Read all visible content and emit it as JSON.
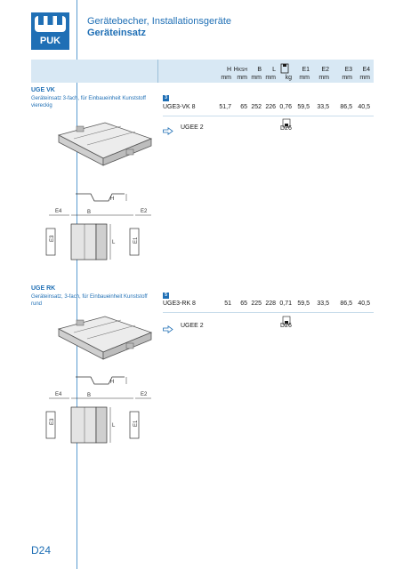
{
  "header": {
    "logo_text": "PUK",
    "title": "Gerätebecher, Installationsgeräte",
    "subtitle": "Geräteinsatz"
  },
  "columns": [
    {
      "name": "H",
      "unit": "mm"
    },
    {
      "name": "HKSH",
      "unit": "mm"
    },
    {
      "name": "B",
      "unit": "mm"
    },
    {
      "name": "L",
      "unit": "mm"
    },
    {
      "name": "weight-icon",
      "unit": "kg"
    },
    {
      "name": "E1",
      "unit": "mm"
    },
    {
      "name": "E2",
      "unit": "mm"
    },
    {
      "name": "E3",
      "unit": "mm"
    },
    {
      "name": "E4",
      "unit": "mm"
    }
  ],
  "sections": [
    {
      "title": "UGE VK",
      "description": "Geräteinsatz 3-fach, für Einbaueinheit Kunststoff viereckig",
      "badge": "3",
      "product": "UGE3-VK 8",
      "values": [
        "51,7",
        "65",
        "252",
        "226",
        "0,76",
        "59,5",
        "33,5",
        "86,5",
        "40,5"
      ],
      "accessory": "UGEE 2",
      "accessory_ref": "D26",
      "dim_labels": {
        "H": "H",
        "B": "B",
        "E2": "E2",
        "E4": "E4",
        "E3": "E3",
        "E1": "E1",
        "L": "L"
      }
    },
    {
      "title": "UGE RK",
      "description": "Geräteinsatz, 3-fach, für Einbaueinheit Kunststoff rund",
      "badge": "5",
      "product": "UGE3-RK 8",
      "values": [
        "51",
        "65",
        "225",
        "228",
        "0,71",
        "59,5",
        "33,5",
        "86,5",
        "40,5"
      ],
      "accessory": "UGEE 2",
      "accessory_ref": "D26",
      "dim_labels": {
        "H": "H",
        "B": "B",
        "E2": "E2",
        "E4": "E4",
        "E3": "E3",
        "E1": "E1",
        "L": "L"
      }
    }
  ],
  "footer": {
    "page": "D24"
  }
}
